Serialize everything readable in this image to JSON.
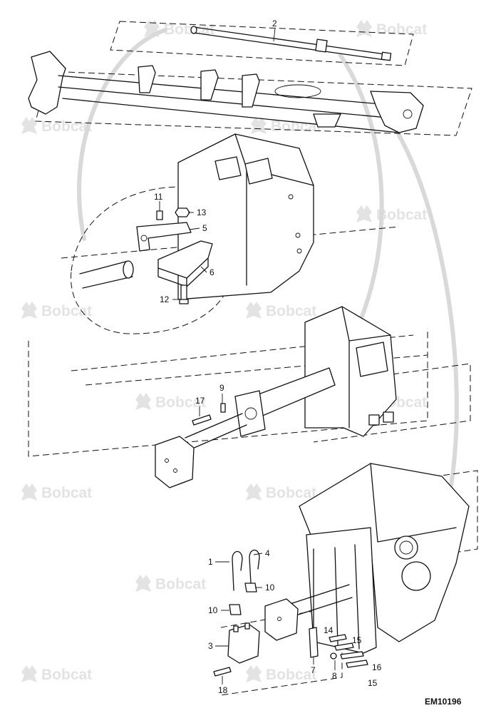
{
  "watermark": {
    "brand": "Bobcat",
    "logo_icon": "bobcat-logo-icon"
  },
  "figure_id": "EM10196",
  "callouts": {
    "c2": "2",
    "c11": "11",
    "c13": "13",
    "c5": "5",
    "c6": "6",
    "c12": "12",
    "c9": "9",
    "c17": "17",
    "c1": "1",
    "c4": "4",
    "c10a": "10",
    "c10b": "10",
    "c3": "3",
    "c14": "14",
    "c15a": "15",
    "c16": "16",
    "c15b": "15",
    "c7": "7",
    "c8": "8",
    "c18": "18"
  }
}
